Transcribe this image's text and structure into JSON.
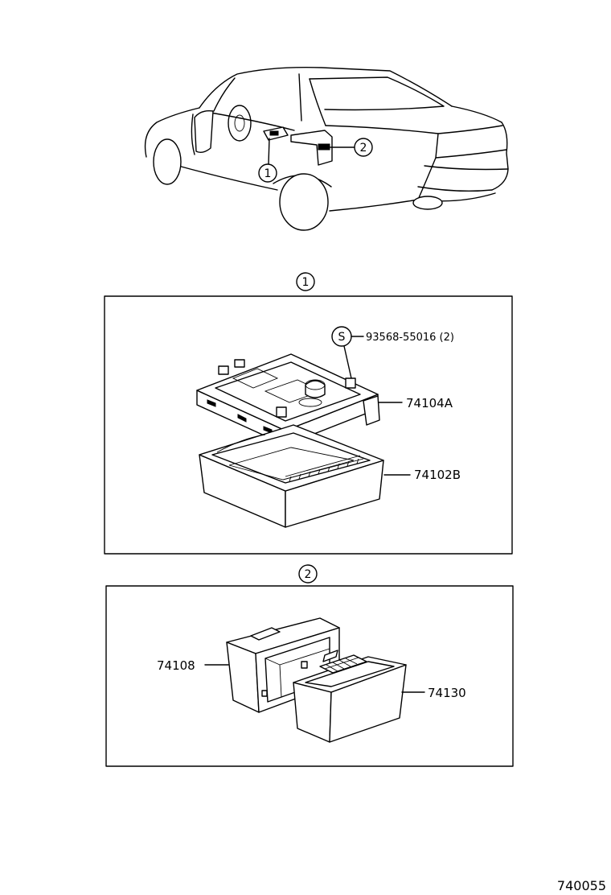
{
  "diagram": {
    "vehicle_callouts": [
      {
        "label": "1"
      },
      {
        "label": "2"
      }
    ],
    "views": [
      {
        "label": "1",
        "parts": [
          {
            "symbol": "S",
            "number": "93568-55016 (2)"
          },
          {
            "number": "74104A"
          },
          {
            "number": "74102B"
          }
        ]
      },
      {
        "label": "2",
        "parts": [
          {
            "number": "74108"
          },
          {
            "number": "74130"
          }
        ]
      }
    ],
    "illustration_number": "740055"
  }
}
